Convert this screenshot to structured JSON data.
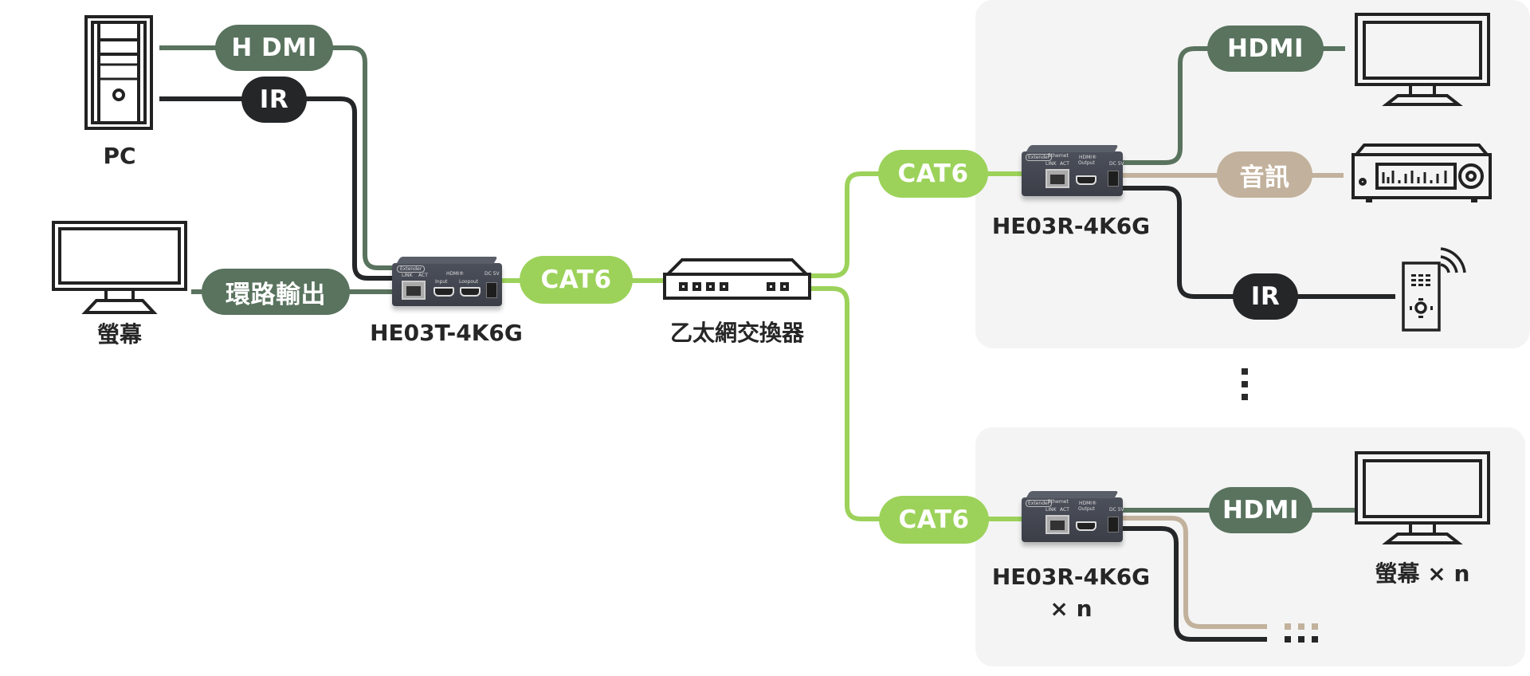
{
  "colors": {
    "hdmi": "#59735e",
    "ir": "#252628",
    "cat6": "#9cd25a",
    "audio": "#c2b19c",
    "panel": "#f4f4f4",
    "text": "#262626"
  },
  "source": {
    "pc_label": "PC",
    "monitor_label": "螢幕",
    "hdmi_pill": "H DMI",
    "ir_pill": "IR",
    "loop_pill": "環路輸出"
  },
  "transmitter": {
    "model": "HE03T-4K6G",
    "panel_text": {
      "badge": "Extender",
      "link": "LINK",
      "act": "ACT",
      "hdmi": "HDMI®",
      "input": "Input",
      "loopout": "Loopout",
      "dc": "DC 5V"
    }
  },
  "link": {
    "cat6_pill": "CAT6"
  },
  "switch": {
    "label": "乙太網交換器"
  },
  "receiver_top": {
    "cat6_pill": "CAT6",
    "model": "HE03R-4K6G",
    "panel_text": {
      "badge": "Extender",
      "ethernet": "Ethernet",
      "link": "LINK",
      "act": "ACT",
      "hdmi": "HDMI®",
      "output": "Output",
      "dc": "DC 5V"
    },
    "hdmi_pill": "HDMI",
    "audio_pill": "音訊",
    "ir_pill": "IR"
  },
  "ellipsis": "⋮",
  "receiver_bottom": {
    "cat6_pill": "CAT6",
    "model": "HE03R-4K6G",
    "multiplier": "× n",
    "panel_text": {
      "badge": "Extender",
      "ethernet": "Ethernet",
      "link": "LINK",
      "act": "ACT",
      "hdmi": "HDMI®",
      "output": "Output",
      "dc": "DC 5V"
    },
    "hdmi_pill": "HDMI",
    "monitor_label": "螢幕 × n"
  }
}
